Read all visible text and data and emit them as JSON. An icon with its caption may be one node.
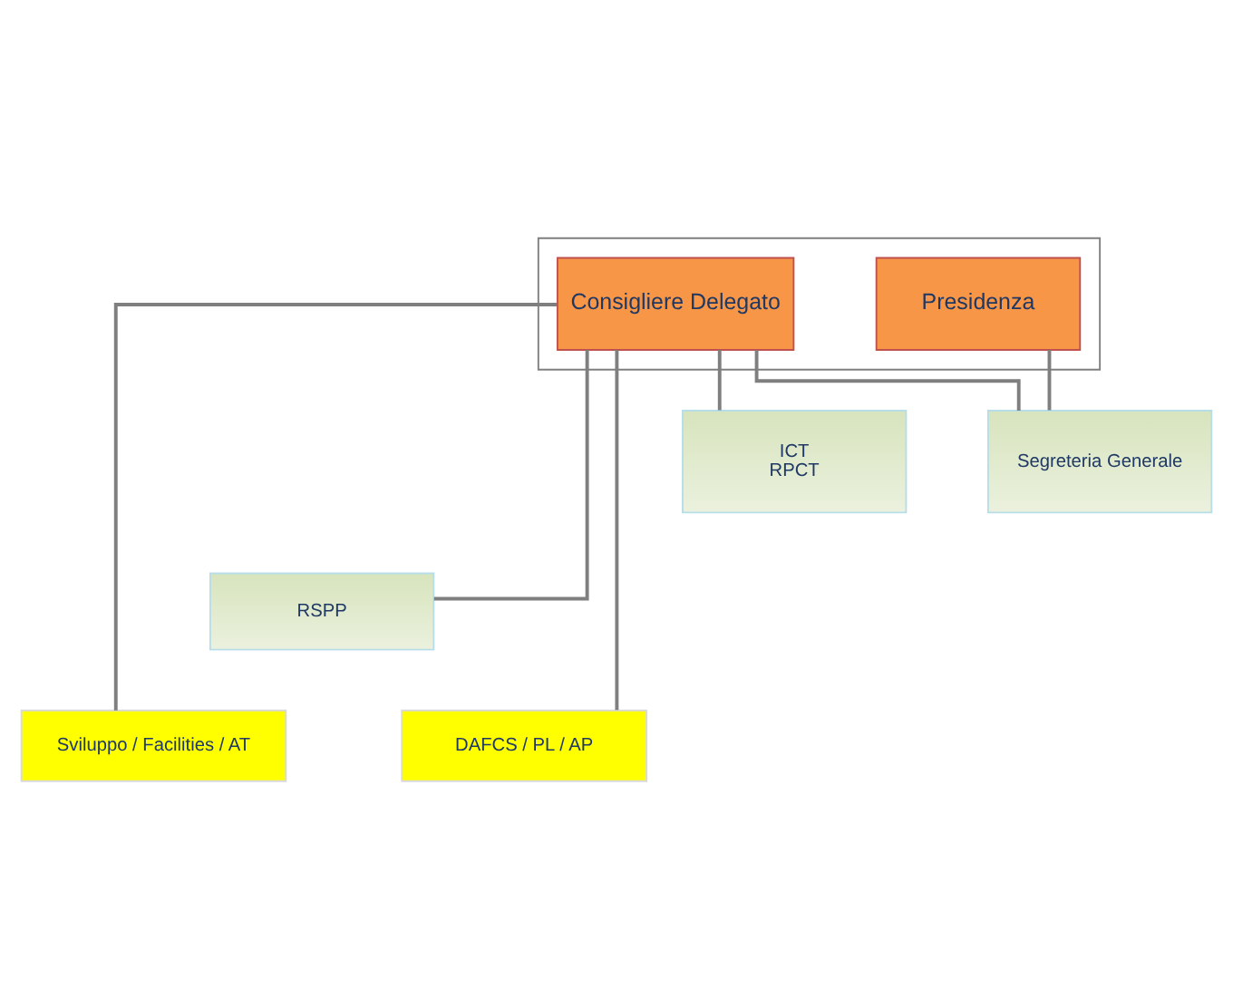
{
  "diagram": {
    "nodes": [
      {
        "text": [],
        "shape": "box"
      },
      {
        "text": [
          "Presidenza"
        ],
        "in": 0
      },
      {
        "text": [
          "Consigliere Delegato"
        ],
        "in": 0
      },
      {
        "text": [
          "Segreteria Generale"
        ]
      },
      {
        "text": [
          "ICT",
          "RPCT"
        ]
      },
      {
        "text": [
          "RSPP"
        ]
      },
      {
        "text": [
          "Sviluppo / Facilities / AT"
        ]
      },
      {
        "text": [
          "DAFCS / PL / AP"
        ]
      }
    ],
    "edges": [
      {
        "from": 1,
        "to": 3,
        "arrow": "none"
      },
      {
        "from": 2,
        "to": 3,
        "arrow": "none"
      },
      {
        "from": 2,
        "to": 4,
        "arrow": "none"
      },
      {
        "from": 2,
        "to": 5,
        "arrow": "none"
      },
      {
        "from": 2,
        "to": 6,
        "arrow": "none"
      },
      {
        "from": 2,
        "to": 7,
        "arrow": "none"
      }
    ]
  }
}
